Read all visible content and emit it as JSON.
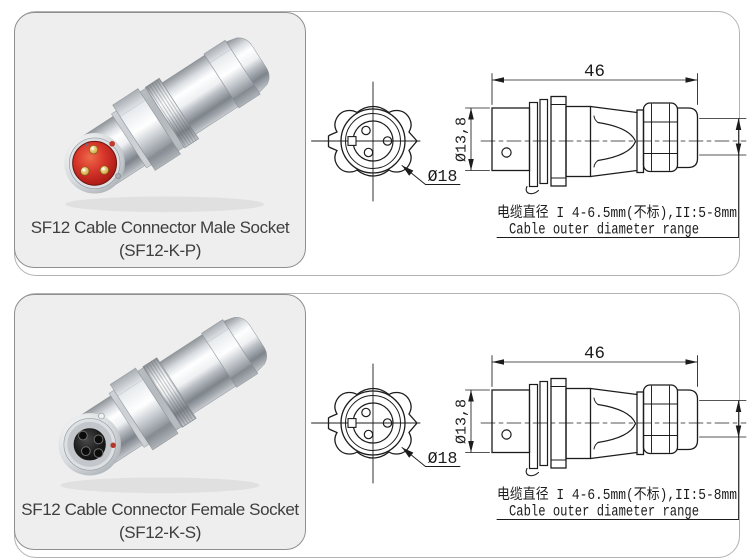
{
  "rows": [
    {
      "card": {
        "title": "SF12 Cable Connector Male Socket",
        "code": "(SF12-K-P)"
      },
      "drawing": {
        "front_diameter": "Ø18",
        "overall_length": "46",
        "body_diameter": "Ø13,8",
        "cable_note_cn": "电缆直径  I  4-6.5mm(不标),II:5-8mm",
        "cable_note_en": "Cable outer diameter range"
      }
    },
    {
      "card": {
        "title": "SF12 Cable Connector Female Socket",
        "code": "(SF12-K-S)"
      },
      "drawing": {
        "front_diameter": "Ø18",
        "overall_length": "46",
        "body_diameter": "Ø13,8",
        "cable_note_cn": "电缆直径  I  4-6.5mm(不标),II:5-8mm",
        "cable_note_en": "Cable outer diameter range"
      }
    }
  ],
  "colors": {
    "page_bg": "#ffffff",
    "card_bg": "#eeeeee",
    "card_border": "#8f8f8f",
    "frame_border": "#b3b3b3",
    "drawing_line": "#1c1c1c",
    "caption_text": "#3e3e3e",
    "red_insert": "#c02a1e",
    "gold_pin": "#c9a23f"
  }
}
